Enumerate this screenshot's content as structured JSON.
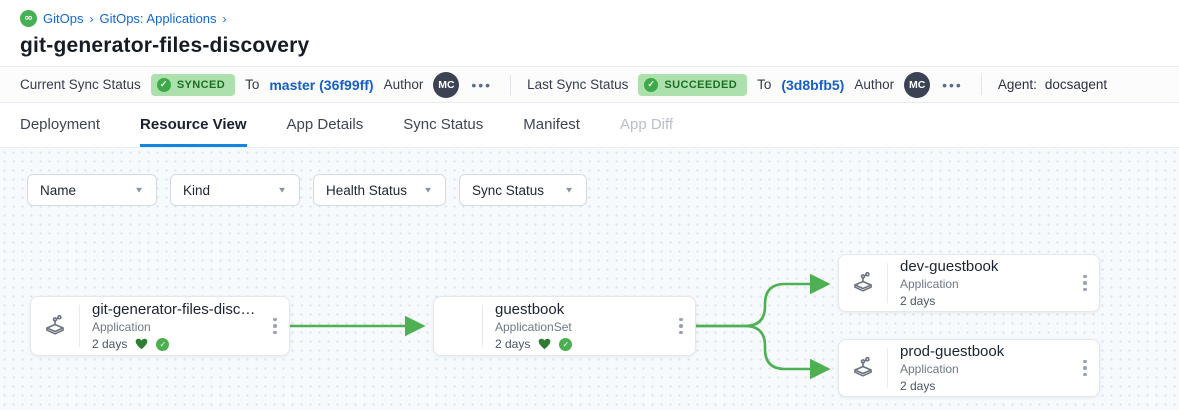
{
  "breadcrumb": {
    "items": [
      {
        "label": "GitOps"
      },
      {
        "label": "GitOps: Applications"
      }
    ],
    "separator": "›",
    "logo_symbol": "∞"
  },
  "page": {
    "title": "git-generator-files-discovery"
  },
  "status_bar": {
    "current": {
      "label": "Current Sync Status",
      "badge": "SYNCED",
      "to_label": "To",
      "revision": "master (36f99ff)",
      "author_label": "Author",
      "author_initials": "MC"
    },
    "last": {
      "label": "Last Sync Status",
      "badge": "SUCCEEDED",
      "to_label": "To",
      "revision": "(3d8bfb5)",
      "author_label": "Author",
      "author_initials": "MC"
    },
    "agent": {
      "label": "Agent:",
      "value": "docsagent"
    }
  },
  "tabs": [
    {
      "label": "Deployment",
      "state": "normal"
    },
    {
      "label": "Resource View",
      "state": "active"
    },
    {
      "label": "App Details",
      "state": "normal"
    },
    {
      "label": "Sync Status",
      "state": "normal"
    },
    {
      "label": "Manifest",
      "state": "normal"
    },
    {
      "label": "App Diff",
      "state": "disabled"
    }
  ],
  "filters": [
    {
      "label": "Name"
    },
    {
      "label": "Kind"
    },
    {
      "label": "Health Status"
    },
    {
      "label": "Sync Status"
    }
  ],
  "graph": {
    "nodes": [
      {
        "title": "git-generator-files-disco...",
        "kind": "Application",
        "age": "2 days",
        "healthy": true,
        "synced": true
      },
      {
        "title": "guestbook",
        "kind": "ApplicationSet",
        "age": "2 days",
        "healthy": true,
        "synced": true
      },
      {
        "title": "dev-guestbook",
        "kind": "Application",
        "age": "2 days",
        "healthy": false,
        "synced": false
      },
      {
        "title": "prod-guestbook",
        "kind": "Application",
        "age": "2 days",
        "healthy": false,
        "synced": false
      }
    ],
    "edges": [
      {
        "from": "git-generator-files-disco...",
        "to": "guestbook"
      },
      {
        "from": "guestbook",
        "to": "dev-guestbook"
      },
      {
        "from": "guestbook",
        "to": "prod-guestbook"
      }
    ]
  },
  "colors": {
    "edge_green": "#4db052",
    "badge_bg": "#ace0ad",
    "badge_text": "#1d6f24",
    "link_blue": "#1068d6",
    "tab_underline": "#1285e0",
    "logo_green": "#45b054",
    "heart_green": "#2e7d32",
    "check_green": "#4caf50"
  }
}
